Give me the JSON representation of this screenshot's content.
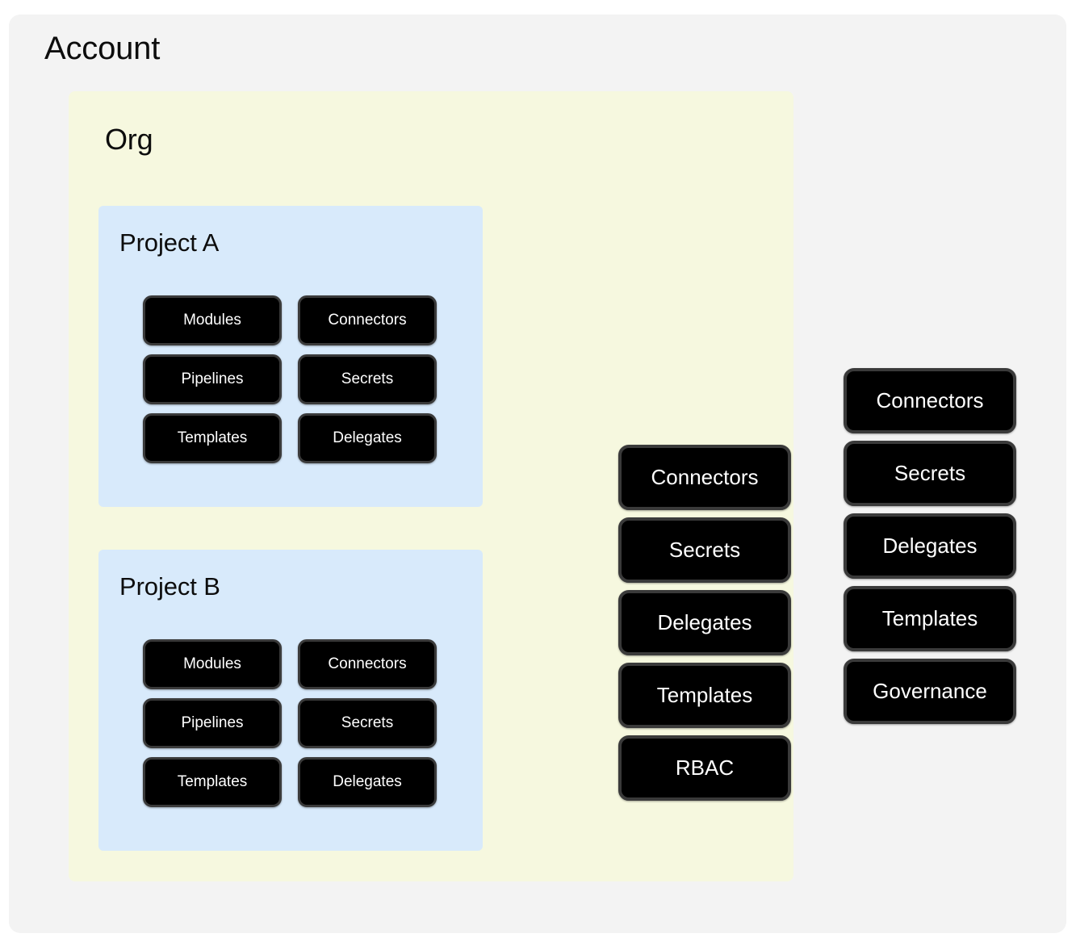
{
  "diagram": {
    "type": "nested-scope-hierarchy",
    "colors": {
      "account_bg": "#F3F3F3",
      "org_bg": "#F6F8DF",
      "project_bg": "#D8EAFB",
      "chip_bg": "#000000",
      "chip_border": "#3A3A3A",
      "chip_text": "#FFFFFF",
      "heading_text": "#0D0D0D"
    },
    "account": {
      "title": "Account",
      "org": {
        "title": "Org",
        "projects": [
          {
            "title": "Project A",
            "resources": [
              "Modules",
              "Connectors",
              "Pipelines",
              "Secrets",
              "Templates",
              "Delegates"
            ]
          },
          {
            "title": "Project B",
            "resources": [
              "Modules",
              "Connectors",
              "Pipelines",
              "Secrets",
              "Templates",
              "Delegates"
            ]
          }
        ],
        "org_level_resources": [
          "Connectors",
          "Secrets",
          "Delegates",
          "Templates",
          "RBAC"
        ]
      },
      "account_level_resources": [
        "Connectors",
        "Secrets",
        "Delegates",
        "Templates",
        "Governance"
      ]
    }
  }
}
